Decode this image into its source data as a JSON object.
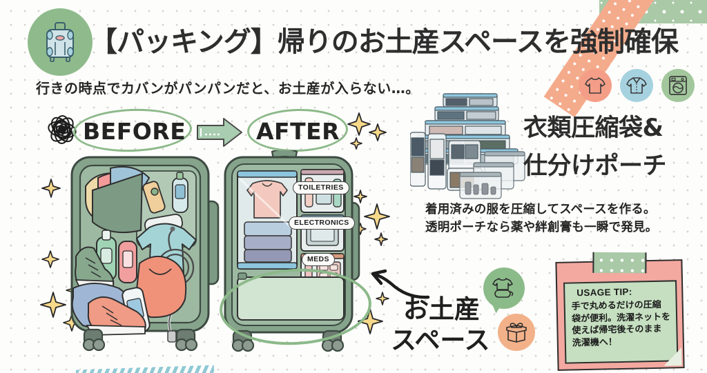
{
  "header": {
    "logo_icon": "suitcase-icon",
    "title": "【パッキング】帰りのお土産スペースを強制確保",
    "subhead": "行きの時点でカバンがパンパンだと、お土産が入らない…。"
  },
  "top_icons": [
    {
      "name": "tshirt-icon",
      "color": "#f49e88"
    },
    {
      "name": "dress-shirt-icon",
      "color": "#a6d2e0"
    },
    {
      "name": "washing-machine-icon",
      "color": "#a2c79c"
    }
  ],
  "comparison": {
    "before_label": "BEFORE",
    "after_label": "AFTER",
    "arrow_icon": "right-arrow-icon",
    "scribble_icon": "scribble-doodle-icon",
    "before_caption": "messy-suitcase-illustration",
    "after_caption": "organized-suitcase-illustration",
    "pouch_labels": [
      "TOILETRIES",
      "ELECTRONICS",
      "MEDS"
    ]
  },
  "souvenir": {
    "line1": "お土産",
    "line2": "スペース",
    "arrow_icon": "curved-arrow-icon",
    "bubble_icon": "rolled-shirt-icon",
    "gift_icon": "gift-box-icon"
  },
  "right_column": {
    "photo_caption": "compression-bags-and-pouches-photo",
    "heading_line1": "衣類圧縮袋&",
    "heading_line2": "仕分けポーチ",
    "body_line1": "着用済みの服を圧縮してスペースを作る。",
    "body_line2": "透明ポーチなら薬や絆創膏も一瞬で発見。"
  },
  "note": {
    "title": "USAGE TIP:",
    "lines": [
      "手で丸めるだけの圧縮",
      "袋が便利。洗濯ネットを",
      "使えば帰宅後そのまま",
      "洗濯機へ！"
    ]
  },
  "colors": {
    "green": "#8fbb8a",
    "green_dark": "#6f9e6c",
    "salmon": "#f49e88",
    "blue": "#a6d2e0",
    "pink_card": "#f3a8a0",
    "note_green": "#c5dfc0",
    "text": "#2e2e2e",
    "background": "#fdfdfb"
  }
}
